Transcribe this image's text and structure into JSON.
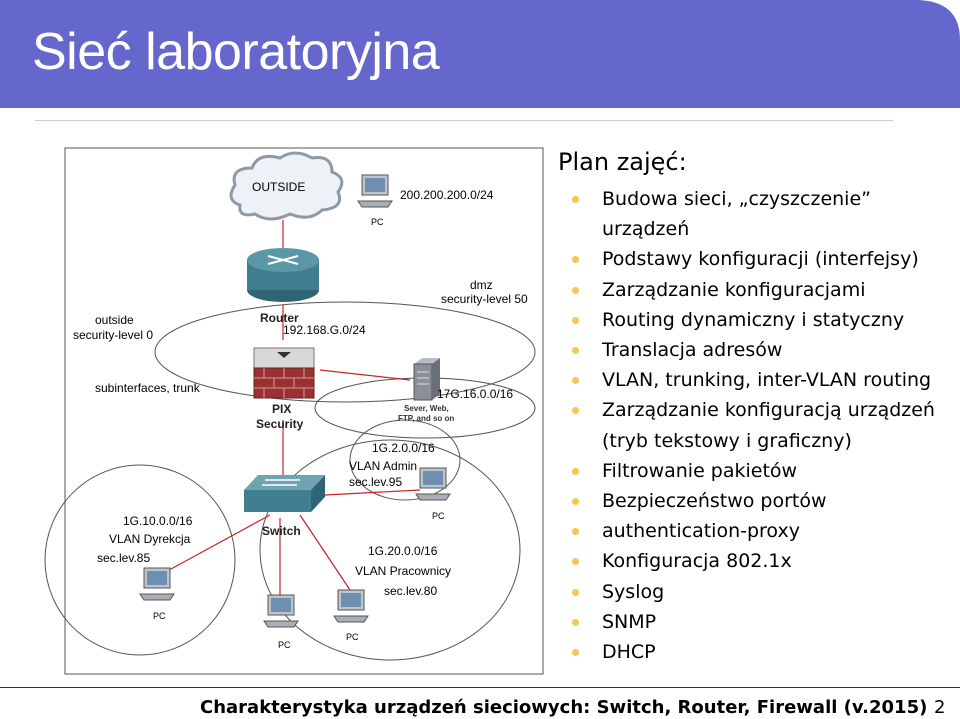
{
  "slide": {
    "title": "Sieć laboratoryjna",
    "page_number": "2",
    "footer": "Charakterystyka urządzeń sieciowych: Switch, Router, Firewall (v.2015)"
  },
  "diagram": {
    "cloud_label": "OUTSIDE",
    "outside_net": "200.200.200.0/24",
    "pc_top": "PC",
    "outside_zone": [
      "outside",
      "security-level 0"
    ],
    "router_label": "Router",
    "router_net": "192.168.G.0/24",
    "dmz_zone": [
      "dmz",
      "security-level 50"
    ],
    "subinterfaces": "subinterfaces, trunk",
    "pix_label": [
      "PIX",
      "Security"
    ],
    "dmz_net": "17G.16.0.0/16",
    "server_label": [
      "Sever, Web,",
      "FTP, and so on"
    ],
    "admin_vlan": [
      "1G.2.0.0/16",
      "VLAN Admin",
      "sec.lev.95"
    ],
    "pc_admin": "PC",
    "switch_label": "Switch",
    "dyrekcja_vlan": [
      "1G.10.0.0/16",
      "VLAN Dyrekcja",
      "sec.lev.85"
    ],
    "pc_dyrekcja": "PC",
    "pracownicy_vlan": [
      "1G.20.0.0/16",
      "VLAN Pracownicy",
      "sec.lev.80"
    ],
    "pc_sw1": "PC",
    "pc_sw2": "PC"
  },
  "plan": {
    "heading": "Plan zajęć:",
    "items": [
      "Budowa sieci, „czyszczenie”",
      "urządzeń",
      "Podstawy konfiguracji (interfejsy)",
      "Zarządzanie konfiguracjami",
      "Routing dynamiczny i statyczny",
      "Translacja adresów",
      "VLAN, trunking, inter-VLAN routing",
      "Zarządzanie konfiguracją urządzeń",
      "(tryb tekstowy i graficzny)",
      "Filtrowanie pakietów",
      "Bezpieczeństwo portów",
      "authentication-proxy",
      "Konfiguracja 802.1x",
      "Syslog",
      "SNMP",
      "DHCP"
    ]
  },
  "colors": {
    "title_bar": "#6667cc",
    "bullet": "#f2c94c",
    "router": "#3f7f8f",
    "firewall": "#9a3030",
    "link": "#cc2222"
  }
}
